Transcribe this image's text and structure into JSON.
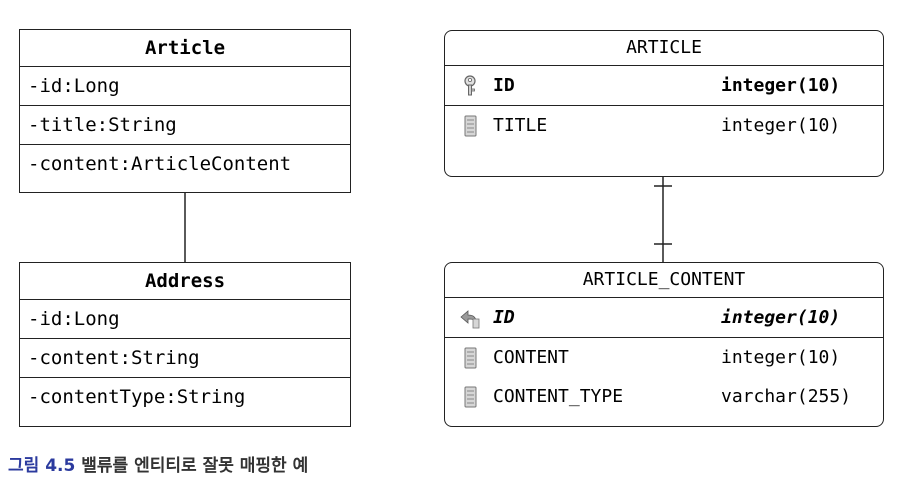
{
  "uml": {
    "article": {
      "title": "Article",
      "fields": [
        "-id:Long",
        "-title:String",
        "-content:ArticleContent"
      ]
    },
    "address": {
      "title": "Address",
      "fields": [
        "-id:Long",
        "-content:String",
        "-contentType:String"
      ]
    }
  },
  "erd": {
    "article": {
      "title": "ARTICLE",
      "pk": {
        "name": "ID",
        "type": "integer(10)",
        "icon": "key-icon"
      },
      "columns": [
        {
          "name": "TITLE",
          "type": "integer(10)",
          "icon": "column-icon"
        }
      ]
    },
    "article_content": {
      "title": "ARTICLE_CONTENT",
      "pk": {
        "name": "ID",
        "type": "integer(10)",
        "icon": "foreign-key-icon"
      },
      "columns": [
        {
          "name": "CONTENT",
          "type": "integer(10)",
          "icon": "column-icon"
        },
        {
          "name": "CONTENT_TYPE",
          "type": "varchar(255)",
          "icon": "column-icon"
        }
      ]
    }
  },
  "caption": {
    "number": "그림 4.5",
    "text": "밸류를 엔티티로 잘못 매핑한 예"
  }
}
